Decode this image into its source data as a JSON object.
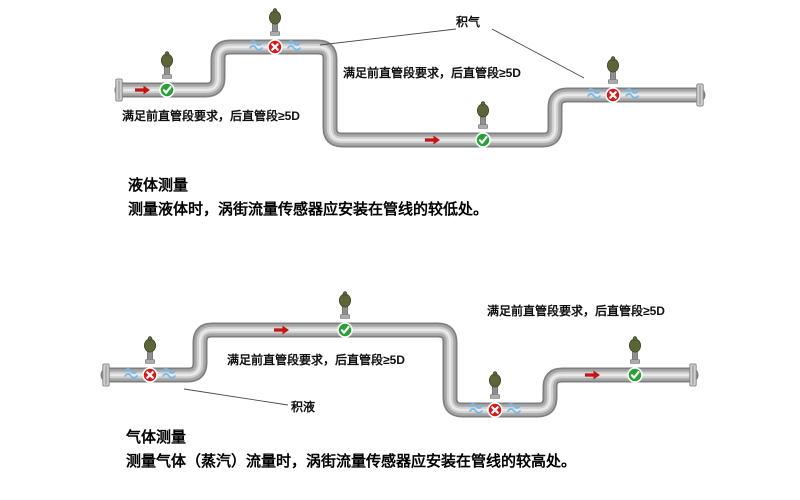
{
  "notes": {
    "straight_run": "满足前直管段要求，后直管段≥5D"
  },
  "annotations": {
    "gas_pocket": "积气",
    "liquid_pocket": "积液"
  },
  "sections": {
    "liquid": {
      "heading": "液体测量",
      "description": "测量液体时，涡街流量传感器应安装在管线的较低处。"
    },
    "gas": {
      "heading": "气体测量",
      "description": "测量气体（蒸汽）流量时，涡街流量传感器应安装在管线的较高处。"
    }
  },
  "sensor_states": {
    "liquid_pipeline": [
      "correct",
      "incorrect-gas-pocket",
      "correct",
      "incorrect-gas-pocket"
    ],
    "gas_pipeline": [
      "incorrect-liquid-pocket",
      "correct",
      "incorrect-liquid-pocket",
      "correct"
    ]
  },
  "colors": {
    "pipe_gray": "#a8a8a8",
    "check_green": "#27a135",
    "cross_red": "#d61a1a",
    "water_blue": "#74b9e8",
    "arrow_red": "#c41414"
  }
}
